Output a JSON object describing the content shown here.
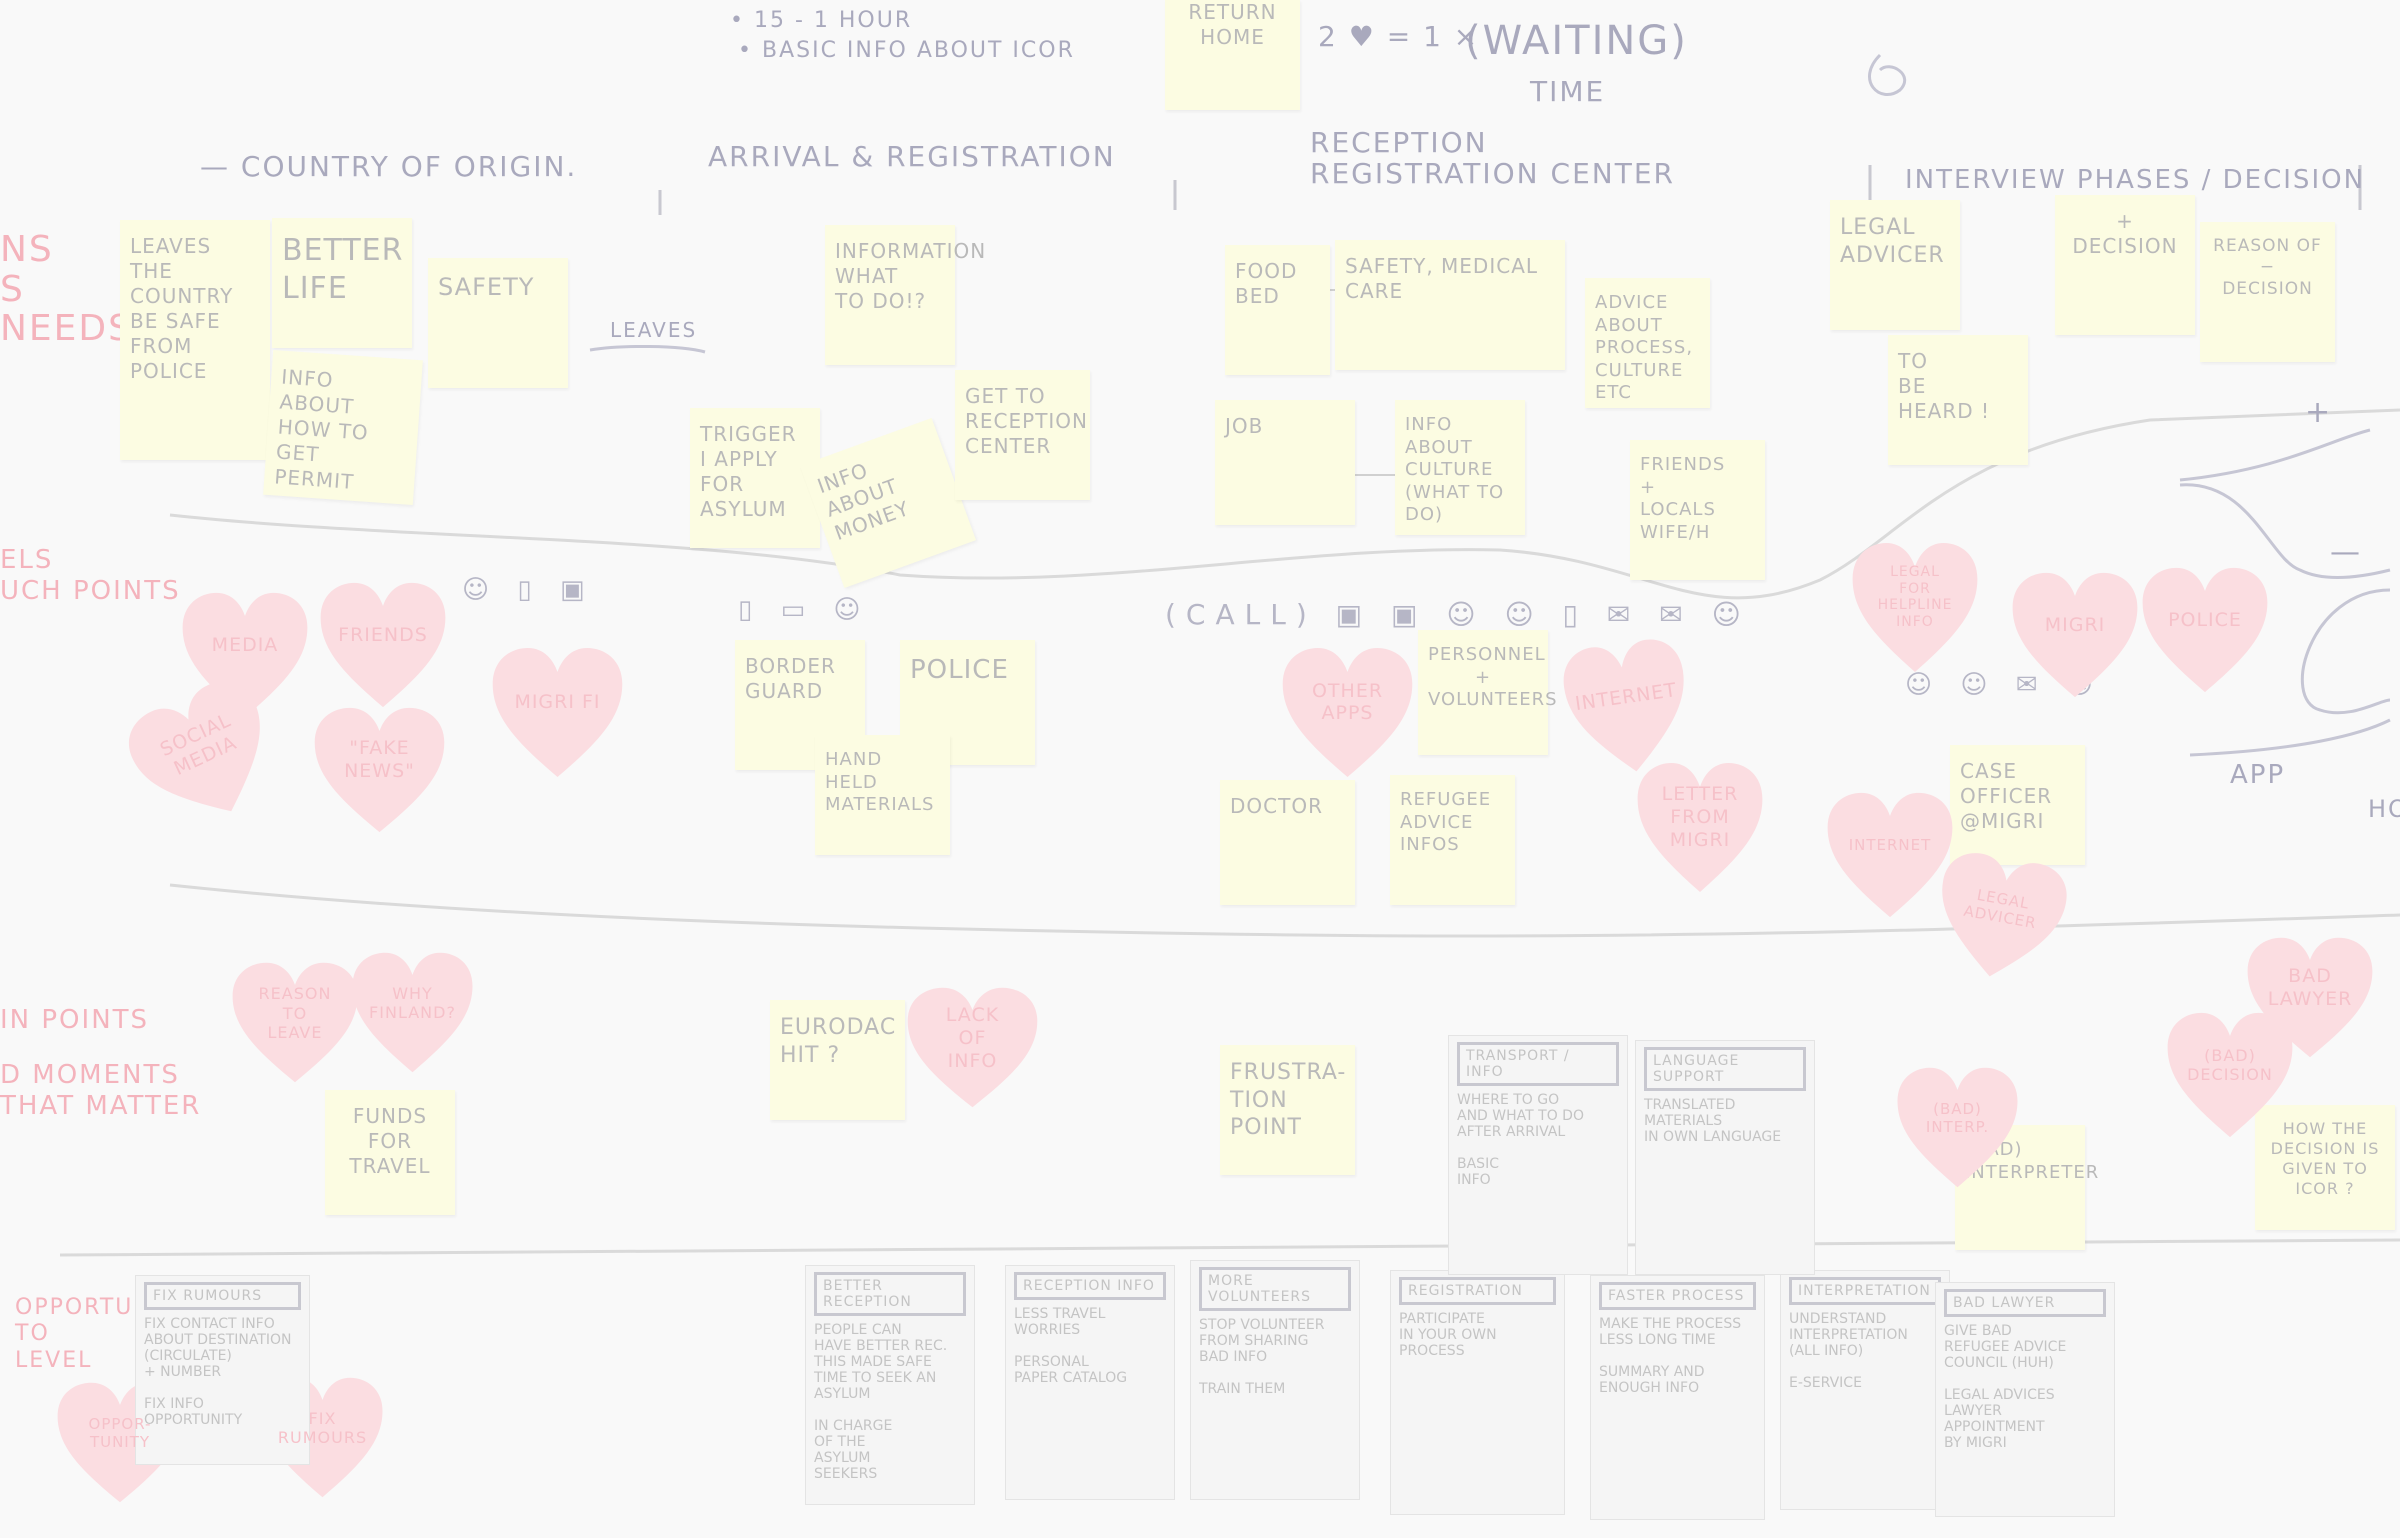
{
  "top_notes": {
    "line1": "• 15 - 1 HOUR",
    "line2": "• BASIC INFO ABOUT ICOR",
    "return_home": "RETURN\nHOME",
    "equation": "2 ♥ = 1 ×",
    "waiting": "(WAITING)",
    "time": "TIME"
  },
  "phases": [
    "— COUNTRY OF ORIGIN.",
    "ARRIVAL & REGISTRATION",
    "RECEPTION\nREGISTRATION CENTER",
    "INTERVIEW PHASES / DECISION"
  ],
  "left_labels": {
    "needs": "NS\nS\nNEEDS",
    "touchpoints": "ELS\nUCH POINTS",
    "pain_points": "IN POINTS",
    "moments": "D MOMENTS\nTHAT MATTER",
    "opportunities": "OPPORTUNI-\nTO\nLEVEL"
  },
  "arrows": {
    "leaves": "LEAVES",
    "app": "APP",
    "home": "HO",
    "plus": "+",
    "minus": "—"
  },
  "stickies": [
    {
      "id": "leaves-country",
      "text": "LEAVES\nTHE\nCOUNTRY\nBE SAFE\nFROM POLICE"
    },
    {
      "id": "better-life",
      "text": "BETTER\nLIFE"
    },
    {
      "id": "safety",
      "text": "SAFETY"
    },
    {
      "id": "info-permit",
      "text": "INFO\nABOUT\nHOW TO GET\nPERMIT"
    },
    {
      "id": "info-what-to-do",
      "text": "INFORMATION\nWHAT\nTO DO!?"
    },
    {
      "id": "trigger-asylum",
      "text": "TRIGGER\nI APPLY\nFOR\nASYLUM"
    },
    {
      "id": "info-money",
      "text": "INFO\nABOUT\nMONEY"
    },
    {
      "id": "reception-center",
      "text": "GET TO\nRECEPTION\nCENTER"
    },
    {
      "id": "food-bed",
      "text": "FOOD\nBED"
    },
    {
      "id": "safety-medical",
      "text": "SAFETY,   MEDICAL\n                CARE"
    },
    {
      "id": "advice-process",
      "text": "ADVICE\nABOUT\nPROCESS,\nCULTURE ETC"
    },
    {
      "id": "job",
      "text": "JOB"
    },
    {
      "id": "info-culture",
      "text": "INFO\nABOUT\nCULTURE\n(WHAT TO\nDO)"
    },
    {
      "id": "friends-locals",
      "text": "FRIENDS\n+\nLOCALS\nWIFE/H"
    },
    {
      "id": "legal-advicer",
      "text": "LEGAL\nADVICER"
    },
    {
      "id": "to-be-heard",
      "text": "TO\nBE\nHEARD !"
    },
    {
      "id": "decision",
      "text": "+\nDECISION"
    },
    {
      "id": "reason-decision",
      "text": "REASON OF\n−\nDECISION"
    },
    {
      "id": "border-guard",
      "text": "BORDER\nGUARD"
    },
    {
      "id": "police",
      "text": "POLICE"
    },
    {
      "id": "handheld",
      "text": "HAND HELD\nMATERIALS"
    },
    {
      "id": "personnel",
      "text": "PERSONNEL\n+\nVOLUNTEERS"
    },
    {
      "id": "doctor",
      "text": "DOCTOR"
    },
    {
      "id": "refugee-advice",
      "text": "REFUGEE\nADVICE\nINFOS"
    },
    {
      "id": "case-officer",
      "text": "CASE\nOFFICER\n@MIGRI"
    },
    {
      "id": "funds-travel",
      "text": "FUNDS\nFOR\nTRAVEL"
    },
    {
      "id": "eurodac",
      "text": "EURODAC\nHIT ?"
    },
    {
      "id": "frustration",
      "text": "FRUSTRA-\nTION\nPOINT"
    },
    {
      "id": "bad-interpreter",
      "text": "(BAD)\nINTERPRETER"
    },
    {
      "id": "decision-given",
      "text": "HOW THE\nDECISION IS\nGIVEN TO\nICOR ?"
    }
  ],
  "hearts": [
    {
      "id": "heart-media",
      "text": "MEDIA"
    },
    {
      "id": "heart-friends",
      "text": "FRIENDS"
    },
    {
      "id": "heart-social-media",
      "text": "SOCIAL\nMEDIA"
    },
    {
      "id": "heart-fake-news",
      "text": "\"FAKE\nNEWS\""
    },
    {
      "id": "heart-migri-1",
      "text": "MIGRI FI"
    },
    {
      "id": "heart-other-apps",
      "text": "OTHER\nAPPS"
    },
    {
      "id": "heart-internet-1",
      "text": "INTERNET"
    },
    {
      "id": "heart-letter-migri",
      "text": "LETTER\nFROM\nMIGRI"
    },
    {
      "id": "heart-legal-helpline",
      "text": "LEGAL\nFOR\nHELPLINE\nINFO"
    },
    {
      "id": "heart-migri-2",
      "text": "MIGRI"
    },
    {
      "id": "heart-police",
      "text": "POLICE"
    },
    {
      "id": "heart-internet-2",
      "text": "INTERNET"
    },
    {
      "id": "heart-legal-advicer",
      "text": "LEGAL\nADVICER"
    },
    {
      "id": "heart-reason-leave",
      "text": "REASON\nTO\nLEAVE"
    },
    {
      "id": "heart-why-finland",
      "text": "WHY\nFINLAND?"
    },
    {
      "id": "heart-lack-info",
      "text": "LACK\nOF\nINFO"
    },
    {
      "id": "heart-bad-interp",
      "text": "(BAD)\nINTERP."
    },
    {
      "id": "heart-bad-lawyer",
      "text": "BAD\nLAWYER"
    },
    {
      "id": "heart-bad-decision",
      "text": "(BAD)\nDECISION"
    },
    {
      "id": "heart-opportunity",
      "text": "OPPOR-\nTUNITY"
    },
    {
      "id": "heart-fix-rumours",
      "text": "FIX\nRUMOURS"
    }
  ],
  "cards": [
    {
      "id": "card-fix-rumours",
      "title": "FIX RUMOURS",
      "body": "FIX CONTACT INFO\nABOUT DESTINATION\n(CIRCULATE)\n+ NUMBER\n\nFIX INFO\nOPPORTUNITY"
    },
    {
      "id": "card-better-reception",
      "title": "BETTER RECEPTION",
      "body": "PEOPLE CAN\nHAVE BETTER REC.\nTHIS MADE SAFE\nTIME TO SEEK AN\nASYLUM\n\nIN CHARGE\nOF THE\nASYLUM\nSEEKERS"
    },
    {
      "id": "card-reception-info",
      "title": "RECEPTION INFO",
      "body": "LESS TRAVEL\nWORRIES\n\nPERSONAL\nPAPER CATALOG"
    },
    {
      "id": "card-more-volunteers",
      "title": "MORE VOLUNTEERS",
      "body": "STOP VOLUNTEER\nFROM SHARING\nBAD INFO\n\nTRAIN THEM"
    },
    {
      "id": "card-registration",
      "title": "REGISTRATION",
      "body": "PARTICIPATE\nIN YOUR OWN\nPROCESS"
    },
    {
      "id": "card-faster-process",
      "title": "FASTER PROCESS",
      "body": "MAKE THE PROCESS\nLESS LONG TIME\n\nSUMMARY AND\nENOUGH INFO"
    },
    {
      "id": "card-interpretation",
      "title": "INTERPRETATION",
      "body": "UNDERSTAND\nINTERPRETATION\n(ALL INFO)\n\nE-SERVICE"
    },
    {
      "id": "card-bad-lawyer",
      "title": "BAD LAWYER",
      "body": "GIVE BAD\nREFUGEE ADVICE\nCOUNCIL (HUH)\n\nLEGAL ADVICES\nLAWYER APPOINTMENT\nBY MIGRI"
    },
    {
      "id": "card-transport",
      "title": "TRANSPORT / INFO",
      "body": "WHERE TO GO\nAND WHAT TO DO\nAFTER ARRIVAL\n\nBASIC\nINFO"
    },
    {
      "id": "card-language",
      "title": "LANGUAGE SUPPORT",
      "body": "TRANSLATED\nMATERIALS\nIN OWN LANGUAGE"
    }
  ]
}
